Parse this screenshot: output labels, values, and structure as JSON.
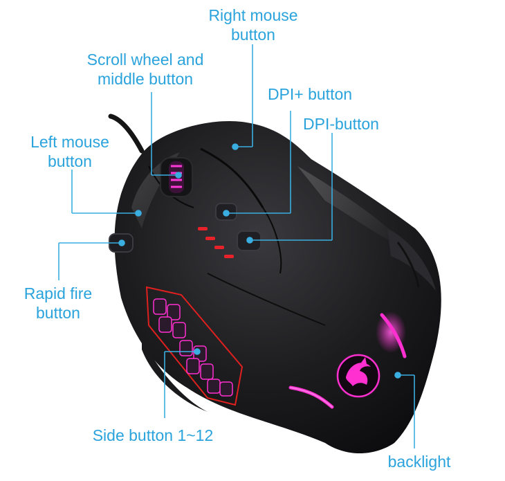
{
  "colors": {
    "label": "#2aa3dc",
    "callout_line": "#3aaee0",
    "mouse_body": "#1b1b1d",
    "backlight": "#ff2fd0",
    "side_panel_outline": "#e0201e",
    "dpi_led": "#e8222a"
  },
  "callouts": {
    "right_mouse_button": [
      "Right mouse",
      "button"
    ],
    "scroll_wheel": [
      "Scroll wheel and",
      "middle button"
    ],
    "dpi_plus": [
      "DPI+ button"
    ],
    "dpi_minus": [
      "DPI-button"
    ],
    "left_mouse_button": [
      "Left mouse",
      "button"
    ],
    "rapid_fire": [
      "Rapid fire",
      "button"
    ],
    "side_buttons": [
      "Side button 1~12"
    ],
    "backlight": [
      "backlight"
    ]
  },
  "icons": [
    "redragon-dragon-logo"
  ]
}
